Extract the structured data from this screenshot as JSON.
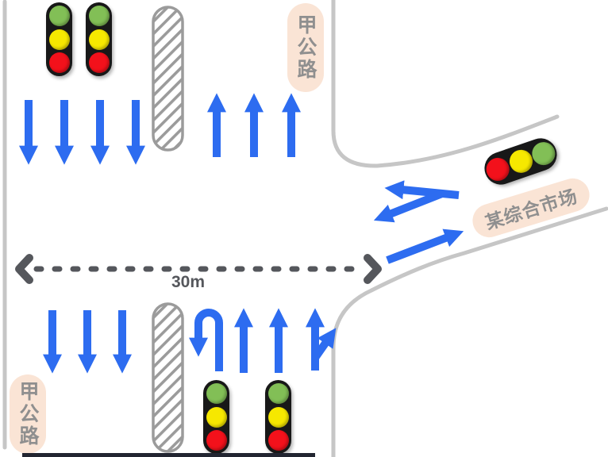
{
  "diagram": {
    "type": "road-intersection-traffic-diagram",
    "labels": {
      "road_top": "甲公路",
      "road_bottom": "甲公路",
      "market": "某综合市场",
      "distance": "30m"
    },
    "colors": {
      "arrow_blue": "#2d6cf0",
      "dash_gray": "#55575c",
      "road_edge_gray": "#c6c6c6",
      "crosswalk_gray": "#9b9b9b",
      "label_bg": "#fae4d5",
      "label_text": "#8f8f8f",
      "light_housing": "#181818",
      "light_red": "#f3111b",
      "light_yellow": "#f6e800",
      "light_green": "#82bf56"
    },
    "traffic_lights": [
      {
        "id": "top-left-1",
        "orientation": "vertical",
        "bulbs_top_to_bottom": [
          "green",
          "yellow",
          "red"
        ]
      },
      {
        "id": "top-left-2",
        "orientation": "vertical",
        "bulbs_top_to_bottom": [
          "green",
          "yellow",
          "red"
        ]
      },
      {
        "id": "bottom-1",
        "orientation": "vertical",
        "bulbs_top_to_bottom": [
          "green",
          "yellow",
          "red"
        ]
      },
      {
        "id": "bottom-2",
        "orientation": "vertical",
        "bulbs_top_to_bottom": [
          "green",
          "yellow",
          "red"
        ]
      },
      {
        "id": "market-branch",
        "orientation": "horizontal-tilted",
        "bulbs_left_to_right": [
          "red",
          "yellow",
          "green"
        ]
      }
    ],
    "crosswalks": [
      {
        "id": "crosswalk-top",
        "orientation": "vertical",
        "pattern": "diagonal-hatch"
      },
      {
        "id": "crosswalk-bottom",
        "orientation": "vertical",
        "pattern": "diagonal-hatch"
      }
    ],
    "lane_arrows": {
      "upper_southbound_down_arrows": 4,
      "upper_northbound_up_arrows": 3,
      "lower_southbound_down_arrows": 3,
      "lower_northbound_arrows": [
        "u-turn",
        "straight",
        "straight",
        "straight-or-right-turn"
      ],
      "market_branch_arrows": [
        "exit-toward-road",
        "exit-turning-down",
        "enter-toward-market"
      ]
    },
    "measurement": {
      "value": "30m",
      "style": "dashed-double-arrow"
    }
  }
}
